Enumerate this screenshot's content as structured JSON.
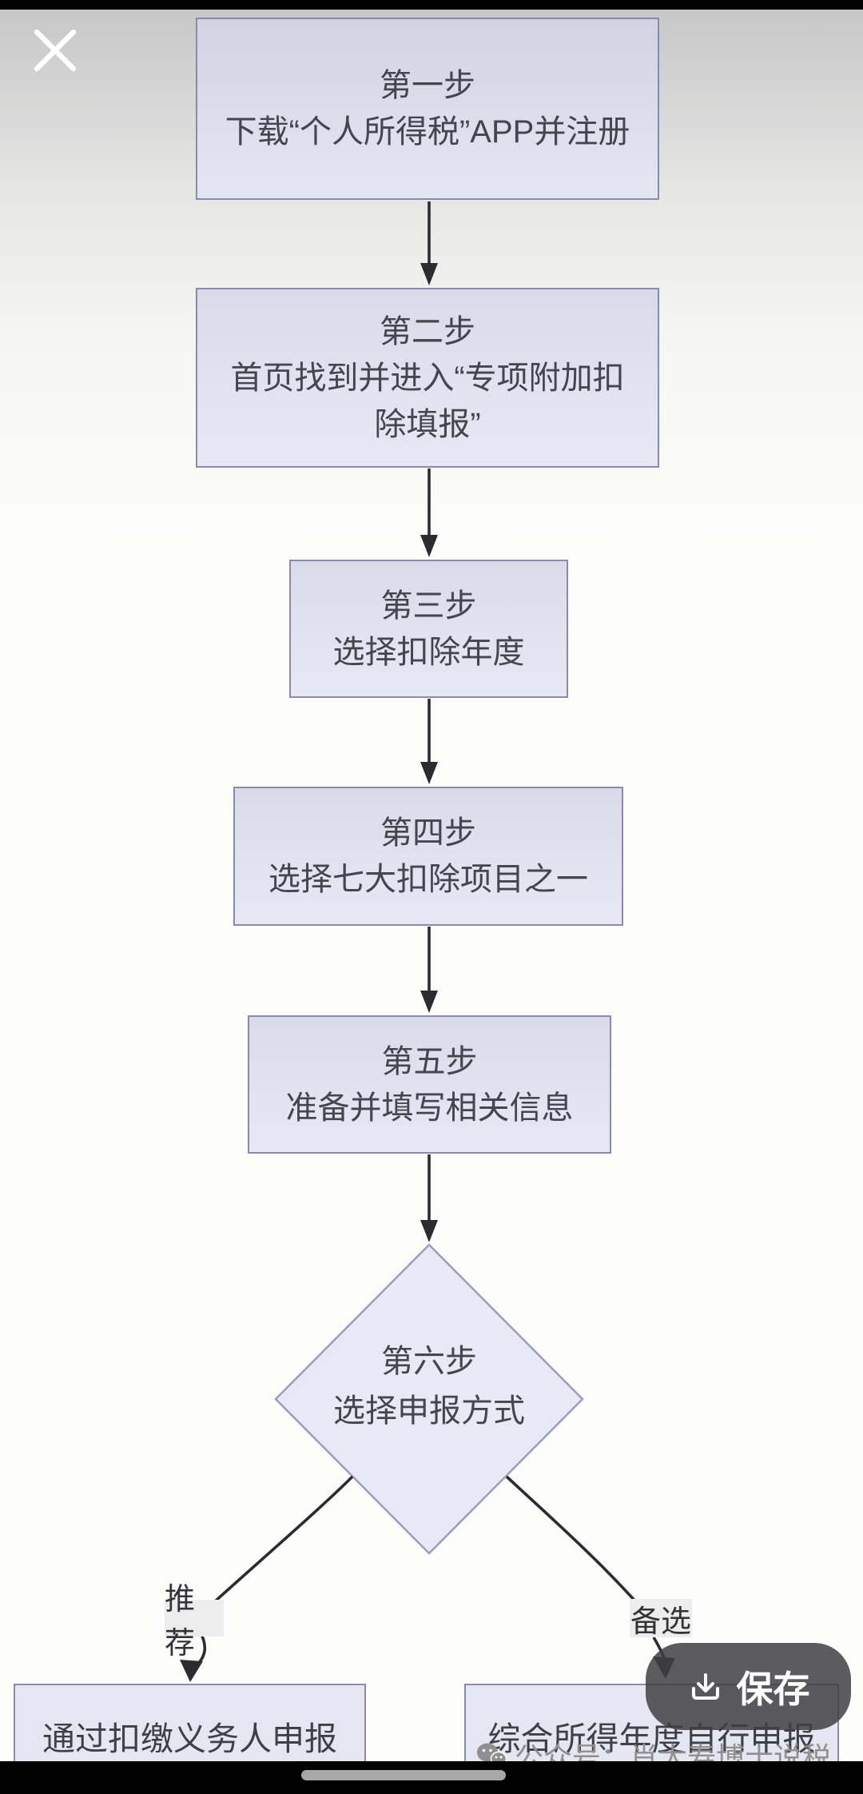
{
  "viewer": {
    "close_icon": "close-icon",
    "save_button_label": "保存",
    "save_button_icon": "download-icon"
  },
  "flowchart": {
    "steps": [
      {
        "id": "step-1",
        "shape": "rect",
        "title": "第一步",
        "desc": "下载“个人所得税”APP并注册"
      },
      {
        "id": "step-2",
        "shape": "rect",
        "title": "第二步",
        "desc": "首页找到并进入“专项附加扣除填报”"
      },
      {
        "id": "step-3",
        "shape": "rect",
        "title": "第三步",
        "desc": "选择扣除年度"
      },
      {
        "id": "step-4",
        "shape": "rect",
        "title": "第四步",
        "desc": "选择七大扣除项目之一"
      },
      {
        "id": "step-5",
        "shape": "rect",
        "title": "第五步",
        "desc": "准备并填写相关信息"
      },
      {
        "id": "step-6",
        "shape": "diamond",
        "title": "第六步",
        "desc": "选择申报方式"
      }
    ],
    "branches": [
      {
        "label": "推荐",
        "target": "通过扣缴义务人申报"
      },
      {
        "label": "备选",
        "target": "综合所得年度自行申报"
      }
    ]
  },
  "watermark": {
    "icon": "wechat-icon",
    "text": "公众号：肖太寿博士说税"
  },
  "colors": {
    "node_fill": "#e6e6f2",
    "node_border": "#8b89ae",
    "arrow": "#2c2c30",
    "background_top": "#c6c6c6",
    "background_main": "#fdfdfc",
    "save_button_bg": "rgba(64,64,67,0.85)",
    "watermark_text": "#909090"
  }
}
